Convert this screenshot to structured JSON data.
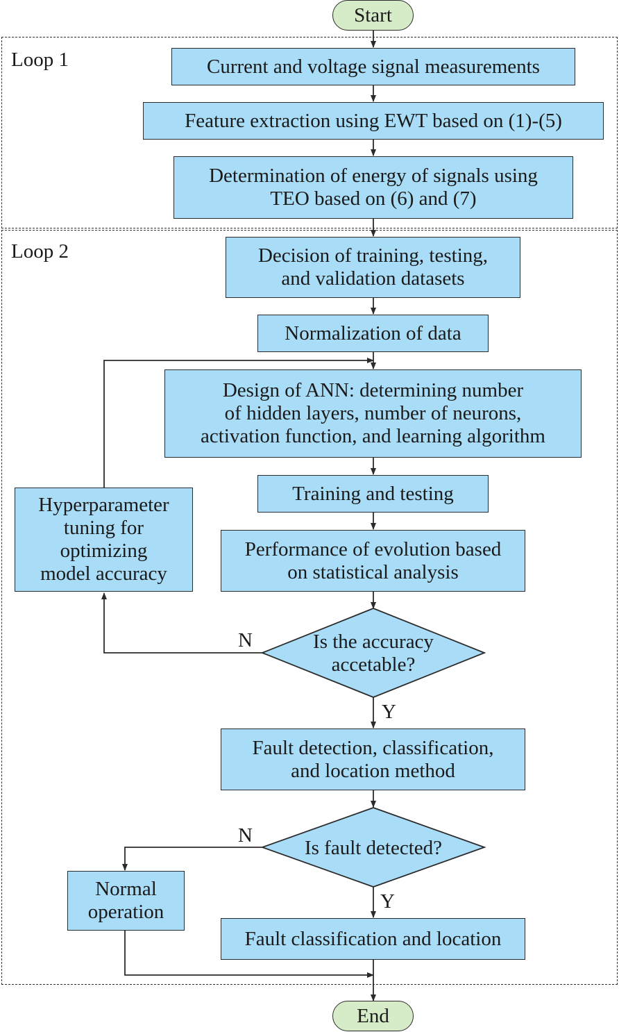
{
  "loops": [
    {
      "label": "Loop 1"
    },
    {
      "label": "Loop 2"
    }
  ],
  "terminals": {
    "start": "Start",
    "end": "End"
  },
  "processes": {
    "measurements": "Current and voltage signal measurements",
    "feature_extraction": "Feature extraction using EWT based on (1)-(5)",
    "energy": "Determination of energy of signals using\nTEO based on (6) and (7)",
    "datasets": "Decision of training, testing,\nand validation datasets",
    "normalization": "Normalization of data",
    "ann_design": "Design of ANN: determining number\nof hidden layers, number of neurons,\nactivation function, and learning algorithm",
    "training": "Training and testing",
    "performance": "Performance of evolution based\non statistical analysis",
    "hyperparameter": "Hyperparameter\ntuning for\noptimizing\nmodel accuracy",
    "fault_method": "Fault detection, classification,\nand location method",
    "normal_operation": "Normal\noperation",
    "fault_classification": "Fault classification and location"
  },
  "decisions": {
    "accuracy": "Is the accuracy\naccetable?",
    "fault_detected": "Is fault detected?"
  },
  "edge_labels": {
    "accuracy_no": "N",
    "accuracy_yes": "Y",
    "fault_no": "N",
    "fault_yes": "Y"
  },
  "colors": {
    "process_fill": "#a9dcf6",
    "terminal_fill": "#d6ecc8",
    "line": "#2b2b2b"
  }
}
